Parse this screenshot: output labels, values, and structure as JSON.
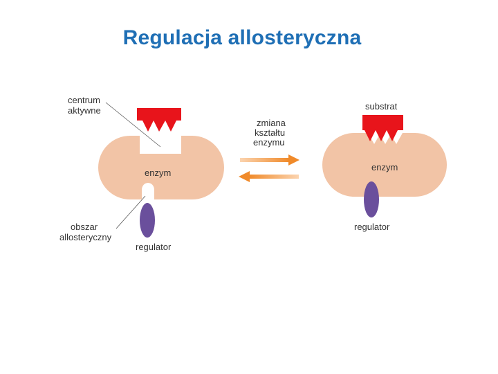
{
  "title": "Regulacja allosteryczna",
  "left_panel": {
    "active_site_label": [
      "centrum",
      "aktywne"
    ],
    "enzyme_label": "enzym",
    "allosteric_label": [
      "obszar",
      "allosteryczny"
    ],
    "regulator_label": "regulator"
  },
  "middle": {
    "change_label": [
      "zmiana",
      "kształtu",
      "enzymu"
    ]
  },
  "right_panel": {
    "substrate_label": "substrat",
    "enzyme_label": "enzym",
    "regulator_label": "regulator"
  },
  "colors": {
    "title": "#1f6fb5",
    "enzyme": "#f2c4a6",
    "substrate": "#e8141b",
    "regulator": "#6a4f9c",
    "arrow": "#f08a2a"
  }
}
